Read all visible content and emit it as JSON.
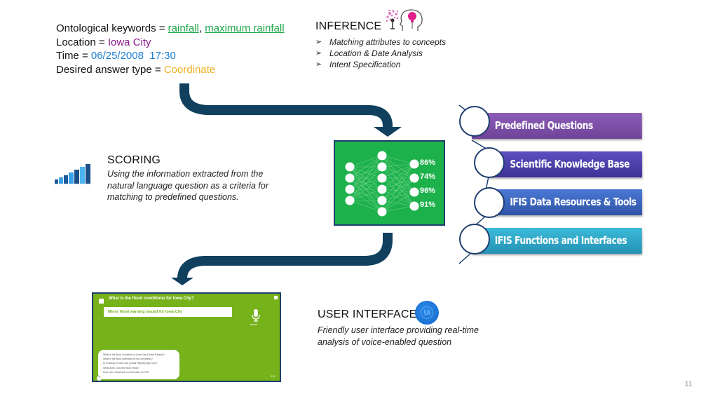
{
  "info": {
    "keywords_label": "Ontological keywords = ",
    "keyword_1": "rainfall",
    "keyword_sep": ", ",
    "keyword_2": "maximum rainfall",
    "location_label": "Location = ",
    "location_value": "Iowa City",
    "time_label": "Time = ",
    "time_value": "06/25/2008  17:30",
    "answer_label": "Desired answer type = ",
    "answer_value": "Coordinate"
  },
  "inference": {
    "title": "INFERENCE",
    "icon": "head-lightbulb-icon",
    "bullet": "➢",
    "items": [
      "Matching attributes to concepts",
      "Location & Date Analysis",
      "Intent Specification"
    ]
  },
  "scoring": {
    "title": "SCORING",
    "icon": "bar-chart-icon",
    "description": "Using the information extracted from the natural language question as a criteria for matching to predefined questions."
  },
  "neural_network": {
    "outputs": [
      "86%",
      "74%",
      "96%",
      "91%"
    ],
    "colors": {
      "background": "#1db14b",
      "border": "#1d3e6e"
    }
  },
  "pipeline": {
    "items": [
      {
        "label": "Predefined Questions",
        "color": "#7b4fa6"
      },
      {
        "label": "Scientific Knowledge Base",
        "color": "#4a3fa8"
      },
      {
        "label": "IFIS Data Resources & Tools",
        "color": "#3a63c0"
      },
      {
        "label": "IFIS Functions and Interfaces",
        "color": "#2fa8c8"
      }
    ]
  },
  "user_interface": {
    "title": "USER INTERFACE",
    "icon_text": "UI",
    "description": "Friendly user interface providing real-time analysis of voice-enabled question"
  },
  "voice_app": {
    "question": "What is the flood conditions for Iowa City?",
    "answer": "Minor flood warning issued for Iowa City",
    "mic_label": "restart",
    "help": "?",
    "corner": "0:31",
    "suggestions": [
      "- What is the flood condition for Iowa City [Cedar Rapids]?",
      "- What is the flood potential for my community?",
      "- Is it raining in Iowa City [Cedar Rapids] right now?",
      "- What does 100-year flood mean?",
      "- How can I bookmark a community in IFIS?"
    ]
  },
  "arrow_color": "#10405e",
  "page_number": "11"
}
